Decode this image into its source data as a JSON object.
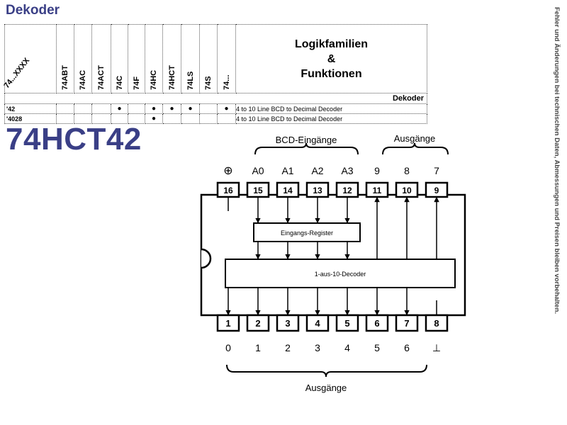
{
  "page_title": "Dekoder",
  "part_number": "74HCT42",
  "side_note": "Fehler und Änderungen bei technischen Daten, Abmessungen und Preisen bleiben vorbehalten.",
  "table": {
    "diag_header": "74...XXXX",
    "families": [
      "74ABT",
      "74AC",
      "74ACT",
      "74C",
      "74F",
      "74HC",
      "74HCT",
      "74LS",
      "74S",
      "74..."
    ],
    "function_header": [
      "Logikfamilien",
      "&",
      "Funktionen"
    ],
    "section": "Dekoder",
    "rows": [
      {
        "type": "'42",
        "marks": [
          false,
          false,
          false,
          true,
          false,
          true,
          true,
          true,
          false,
          true
        ],
        "description": "4 to 10 Line BCD to Decimal Decoder"
      },
      {
        "type": "'4028",
        "marks": [
          false,
          false,
          false,
          false,
          false,
          true,
          false,
          false,
          false,
          false
        ],
        "description": "4 to 10 Line BCD to Decimal Decoder"
      }
    ],
    "mark_symbol": "●"
  },
  "diagram": {
    "bcd_label": "BCD-Eingänge",
    "out_top_label": "Ausgänge",
    "out_bottom_label": "Ausgänge",
    "input_register": "Eingangs-Register",
    "decoder": "1-aus-10-Decoder",
    "vcc_symbol": "⊕",
    "gnd_symbol": "⊥",
    "top_pins": [
      {
        "num": "16",
        "label": "⊕"
      },
      {
        "num": "15",
        "label": "A0"
      },
      {
        "num": "14",
        "label": "A1"
      },
      {
        "num": "13",
        "label": "A2"
      },
      {
        "num": "12",
        "label": "A3"
      },
      {
        "num": "11",
        "label": "9"
      },
      {
        "num": "10",
        "label": "8"
      },
      {
        "num": "9",
        "label": "7"
      }
    ],
    "bottom_pins": [
      {
        "num": "1",
        "label": "0"
      },
      {
        "num": "2",
        "label": "1"
      },
      {
        "num": "3",
        "label": "2"
      },
      {
        "num": "4",
        "label": "3"
      },
      {
        "num": "5",
        "label": "4"
      },
      {
        "num": "6",
        "label": "5"
      },
      {
        "num": "7",
        "label": "6"
      },
      {
        "num": "8",
        "label": "⊥"
      }
    ]
  }
}
